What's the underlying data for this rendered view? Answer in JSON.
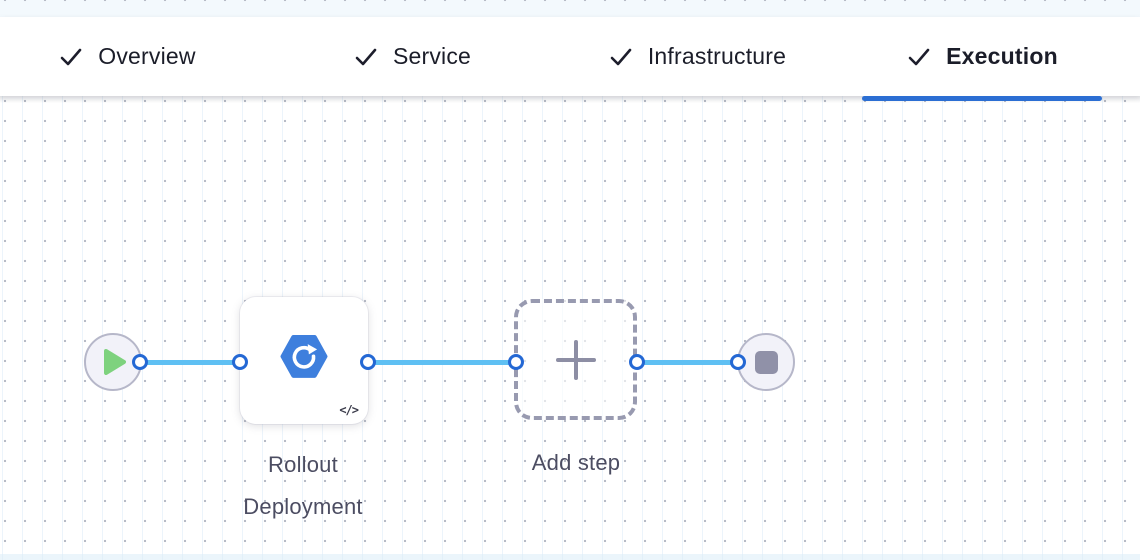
{
  "header": {
    "tabs": [
      {
        "label": "Overview",
        "completed": true,
        "active": false
      },
      {
        "label": "Service",
        "completed": true,
        "active": false
      },
      {
        "label": "Infrastructure",
        "completed": true,
        "active": false
      },
      {
        "label": "Execution",
        "completed": true,
        "active": true
      }
    ]
  },
  "canvas": {
    "start_node": {
      "type": "start",
      "icon": "play-icon"
    },
    "step": {
      "label": "Rollout Deployment",
      "icon": "rollout-deployment-icon",
      "code_badge": "</>"
    },
    "add_step": {
      "label": "Add step",
      "icon": "plus-icon"
    },
    "end_node": {
      "type": "stop",
      "icon": "stop-icon"
    }
  },
  "colors": {
    "active_tab_underline": "#2b6ed3",
    "tab_text": "#1b1d29",
    "connector_blue": "#5fc0f3",
    "port_border_blue": "#2468d4",
    "step_icon_blue": "#3e7fdd",
    "play_green": "#7ed27e",
    "node_gray": "#9091a8",
    "label_text": "#4c4d62",
    "canvas_dot": "#b7bbc6",
    "canvas_line": "#ecf4fb",
    "top_strip_bg": "#f3f9fd"
  }
}
